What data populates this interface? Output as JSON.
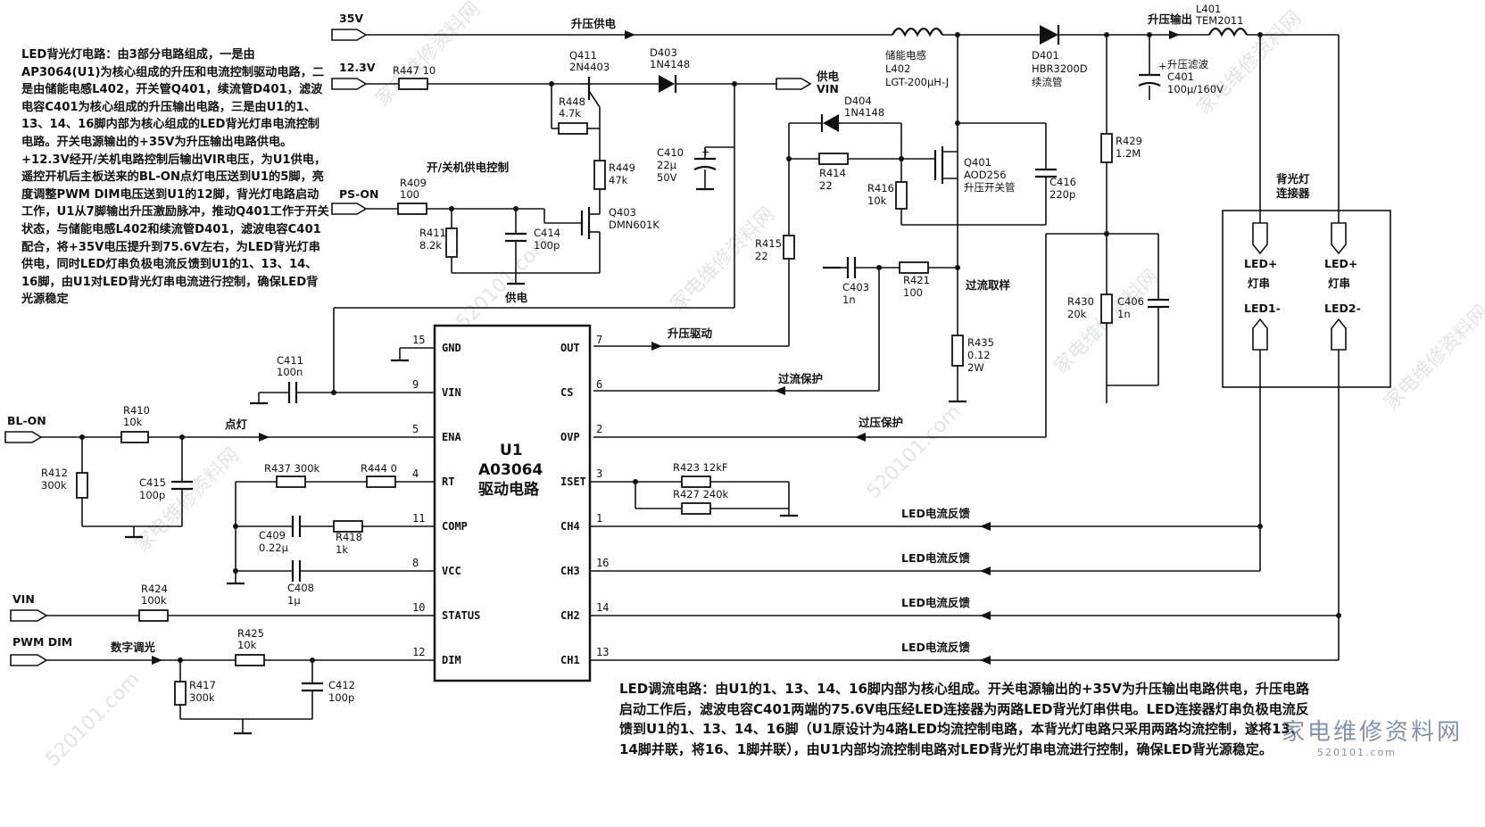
{
  "description": {
    "left": [
      "LED背光灯电路：由3部分电路组成，一是由AP3064(U1)为核心组成的升压和电流控制驱动电路，二是由储能电感L402，开关管Q401，续流管D401，滤波电容C401为核心组成的升压输出电路，三是由U1的1、13、14、16脚内部为核心组成的LED背光灯串电流控制电路。开关电源输出的+35V为升压输出电路供电。",
      "+12.3V经开/关机电路控制后输出VIR电压，为U1供电，遥控开机后主板送来的BL-ON点灯电压送到U1的5脚，亮度调整PWM DIM电压送到U1的12脚，背光灯电路启动工作，U1从7脚输出升压激励脉冲，推动Q401工作于开关状态，与储能电感L402和续流管D401，滤波电容C401配合，将+35V电压提升到75.6V左右，为LED背光灯串供电，同时LED灯串负极电流反馈到U1的1、13、14、16脚，由U1对LED背光灯串电流进行控制，确保LED背光源稳定"
    ],
    "bottom": "LED调流电路：由U1的1、13、14、16脚内部为核心组成。开关电源输出的+35V为升压输出电路供电，升压电路启动工作后，滤波电容C401两端的75.6V电压经LED连接器为两路LED背光灯串供电。LED连接器灯串负极电流反馈到U1的1、13、14、16脚（U1原设计为4路LED均流控制电路，本背光灯电路只采用两路均流控制，遂将13、14脚并联，将16、1脚并联），由U1内部均流控制电路对LED背光灯串电流进行控制，确保LED背光源稳定。"
  },
  "ic": {
    "ref": "U1",
    "part": "A03064",
    "function": "驱动电路",
    "left_pins": [
      {
        "num": "15",
        "name": "GND"
      },
      {
        "num": "9",
        "name": "VIN"
      },
      {
        "num": "5",
        "name": "ENA"
      },
      {
        "num": "4",
        "name": "RT"
      },
      {
        "num": "11",
        "name": "COMP"
      },
      {
        "num": "8",
        "name": "VCC"
      },
      {
        "num": "10",
        "name": "STATUS"
      },
      {
        "num": "12",
        "name": "DIM"
      }
    ],
    "right_pins": [
      {
        "num": "7",
        "name": "OUT"
      },
      {
        "num": "6",
        "name": "CS"
      },
      {
        "num": "2",
        "name": "OVP"
      },
      {
        "num": "3",
        "name": "ISET"
      },
      {
        "num": "1",
        "name": "CH4"
      },
      {
        "num": "16",
        "name": "CH3"
      },
      {
        "num": "14",
        "name": "CH2"
      },
      {
        "num": "13",
        "name": "CH1"
      }
    ]
  },
  "inputs": {
    "v35": "35V",
    "v12": "12.3V",
    "ps_on": "PS-ON",
    "bl_on": "BL-ON",
    "vin": "VIN",
    "pwm_dim": "PWM DIM",
    "vin_out": "供电",
    "vin_out2": "VIN"
  },
  "signals": {
    "boost_supply": "升压供电",
    "boost_output": "升压输出",
    "power_ctrl": "开/关机供电控制",
    "supply": "供电",
    "boost_drive": "升压驱动",
    "oc_protect": "过流保护",
    "ov_protect": "过压保护",
    "current_sense": "过流取样",
    "light": "点灯",
    "dimming": "数字调光",
    "led_fb": "LED电流反馈"
  },
  "components": {
    "R447": [
      "R447",
      "10"
    ],
    "Q411": [
      "Q411",
      "2N4403"
    ],
    "D403": [
      "D403",
      "1N4148"
    ],
    "R448": [
      "R448",
      "4.7k"
    ],
    "R449": [
      "R449",
      "47k"
    ],
    "C410": [
      "C410",
      "22μ",
      "50V"
    ],
    "R409": [
      "R409",
      "100"
    ],
    "Q403": [
      "Q403",
      "DMN601K"
    ],
    "R411": [
      "R411",
      "8.2k"
    ],
    "C414": [
      "C414",
      "100p"
    ],
    "L402": [
      "储能电感",
      "L402",
      "LGT-200μH-J"
    ],
    "D401": [
      "D401",
      "HBR3200D",
      "续流管"
    ],
    "C401": [
      "升压滤波",
      "C401",
      "100μ/160V"
    ],
    "L401": [
      "L401",
      "TEM2011"
    ],
    "D404": [
      "D404",
      "1N4148"
    ],
    "R414": [
      "R414",
      "22"
    ],
    "R416": [
      "R416",
      "10k"
    ],
    "Q401": [
      "Q401",
      "AOD256",
      "升压开关管"
    ],
    "C416": [
      "C416",
      "220p"
    ],
    "R429": [
      "R429",
      "1.2M"
    ],
    "R415": [
      "R415",
      "22"
    ],
    "C403": [
      "C403",
      "1n"
    ],
    "R421": [
      "R421",
      "100"
    ],
    "R435": [
      "R435",
      "0.12",
      "2W"
    ],
    "R430": [
      "R430",
      "20k"
    ],
    "C406": [
      "C406",
      "1n"
    ],
    "C411": [
      "C411",
      "100n"
    ],
    "R410": [
      "R410",
      "10k"
    ],
    "R412": [
      "R412",
      "300k"
    ],
    "C415": [
      "C415",
      "100p"
    ],
    "R437": [
      "R437",
      "300k"
    ],
    "R444": [
      "R444",
      "0"
    ],
    "C409": [
      "C409",
      "0.22μ"
    ],
    "R418": [
      "R418",
      "1k"
    ],
    "C408": [
      "C408",
      "1μ"
    ],
    "R424": [
      "R424",
      "100k"
    ],
    "R425": [
      "R425",
      "10k"
    ],
    "R417": [
      "R417",
      "300k"
    ],
    "C412": [
      "C412",
      "100p"
    ],
    "R423": [
      "R423",
      "12kF"
    ],
    "R427": [
      "R427",
      "240k"
    ]
  },
  "connector": {
    "title": [
      "背光灯",
      "连接器"
    ],
    "pins": [
      "LED+",
      "灯串",
      "LED1-",
      "LED+",
      "灯串",
      "LED2-"
    ]
  },
  "watermark": {
    "text": "家电维修资料网",
    "url": "520101.com",
    "logo": "家电维修资料网",
    "logo_url": "520101.com"
  }
}
